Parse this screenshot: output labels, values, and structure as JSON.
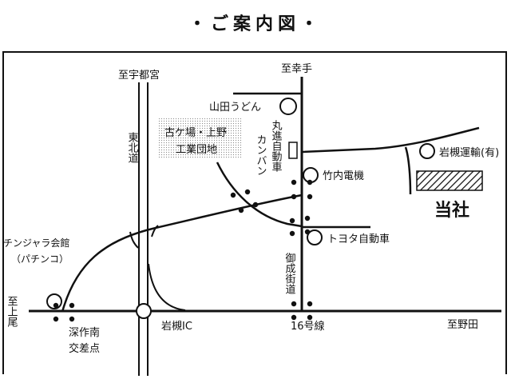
{
  "title": "・ご案内図・",
  "labels": {
    "to_utsunomiya": "至宇都宮",
    "to_satte": "至幸手",
    "yamada_udon": "山田うどん",
    "tohoku_expressway": "東北道",
    "industrial_park": [
      "古ケ場・上野",
      "工業団地"
    ],
    "marushin_sign": [
      "丸進自動車",
      "カンバン"
    ],
    "iwatsuki_unyu": "岩槻運輸(有)",
    "takeuchi_denki": "竹内電機",
    "our_company": "当社",
    "toyota": "トヨタ自動車",
    "chinjara": [
      "チンジャラ会館",
      "（パチンコ）"
    ],
    "onari_kaido": "御成街道",
    "to_kamio": "至上尾",
    "fukasaku_minami": [
      "深作南",
      "交差点"
    ],
    "iwatsuki_ic": "岩槻IC",
    "route16": "16号線",
    "to_noda": "至野田"
  }
}
